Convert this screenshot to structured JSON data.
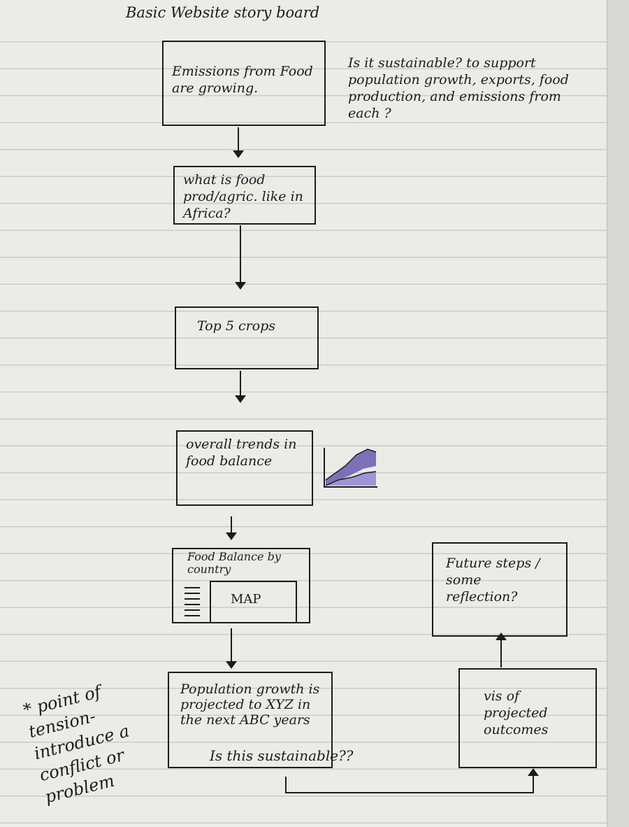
{
  "title": "Basic Website story board",
  "side_note_top": "Is it sustainable? to support population growth, exports, food production, and emissions from each ?",
  "boxes": {
    "emissions": "Emissions from Food are growing.",
    "food_prod": "what is food prod/agric. like in Africa?",
    "top_crops": "Top 5 crops",
    "trends": "overall trends in food balance",
    "by_country_title": "Food Balance by country",
    "map_label": "MAP",
    "population": "Population growth is projected to XYZ in the next ABC years",
    "population_question": "Is this sustainable??",
    "projected": "vis of projected outcomes",
    "future": "Future steps / some reflection?"
  },
  "side_note_bottom": "* point of tension- introduce a conflict or problem"
}
